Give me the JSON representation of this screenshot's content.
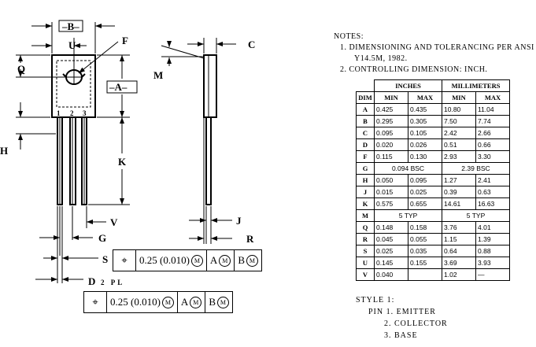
{
  "notes": {
    "heading": "NOTES:",
    "line1": "1. DIMENSIONING AND TOLERANCING PER ANSI",
    "line1b": "Y14.5M, 1982.",
    "line2": "2. CONTROLLING DIMENSION: INCH."
  },
  "table": {
    "group_inches": "INCHES",
    "group_mm": "MILLIMETERS",
    "col_dim": "DIM",
    "col_min": "MIN",
    "col_max": "MAX",
    "rows": [
      [
        "A",
        "0.425",
        "0.435",
        "10.80",
        "11.04"
      ],
      [
        "B",
        "0.295",
        "0.305",
        "7.50",
        "7.74"
      ],
      [
        "C",
        "0.095",
        "0.105",
        "2.42",
        "2.66"
      ],
      [
        "D",
        "0.020",
        "0.026",
        "0.51",
        "0.66"
      ],
      [
        "F",
        "0.115",
        "0.130",
        "2.93",
        "3.30"
      ],
      [
        "G",
        "0.094 BSC",
        "",
        "2.39 BSC",
        ""
      ],
      [
        "H",
        "0.050",
        "0.095",
        "1.27",
        "2.41"
      ],
      [
        "J",
        "0.015",
        "0.025",
        "0.39",
        "0.63"
      ],
      [
        "K",
        "0.575",
        "0.655",
        "14.61",
        "16.63"
      ],
      [
        "M",
        "5 TYP",
        "",
        "5 TYP",
        ""
      ],
      [
        "Q",
        "0.148",
        "0.158",
        "3.76",
        "4.01"
      ],
      [
        "R",
        "0.045",
        "0.055",
        "1.15",
        "1.39"
      ],
      [
        "S",
        "0.025",
        "0.035",
        "0.64",
        "0.88"
      ],
      [
        "U",
        "0.145",
        "0.155",
        "3.69",
        "3.93"
      ],
      [
        "V",
        "0.040",
        "",
        "1.02",
        "—"
      ]
    ]
  },
  "style": {
    "heading": "STYLE 1:",
    "pin1": "PIN 1. EMITTER",
    "pin2": "2. COLLECTOR",
    "pin3": "3. BASE"
  },
  "labels": {
    "B": "–B–",
    "U": "U",
    "F": "F",
    "Q": "Q",
    "A": "–A–",
    "H": "H",
    "K": "K",
    "V": "V",
    "G": "G",
    "S": "S",
    "D": "D",
    "D_suffix": "2 PL",
    "C": "C",
    "M": "M",
    "J": "J",
    "R": "R",
    "pin1": "1",
    "pin2": "2",
    "pin3": "3"
  },
  "fcf1": {
    "tol": "0.25 (0.010)",
    "mod": "M",
    "ref1": "A",
    "ref2": "B"
  },
  "fcf2": {
    "tol": "0.25 (0.010)",
    "mod": "M",
    "ref1": "A",
    "ref2": "B"
  }
}
